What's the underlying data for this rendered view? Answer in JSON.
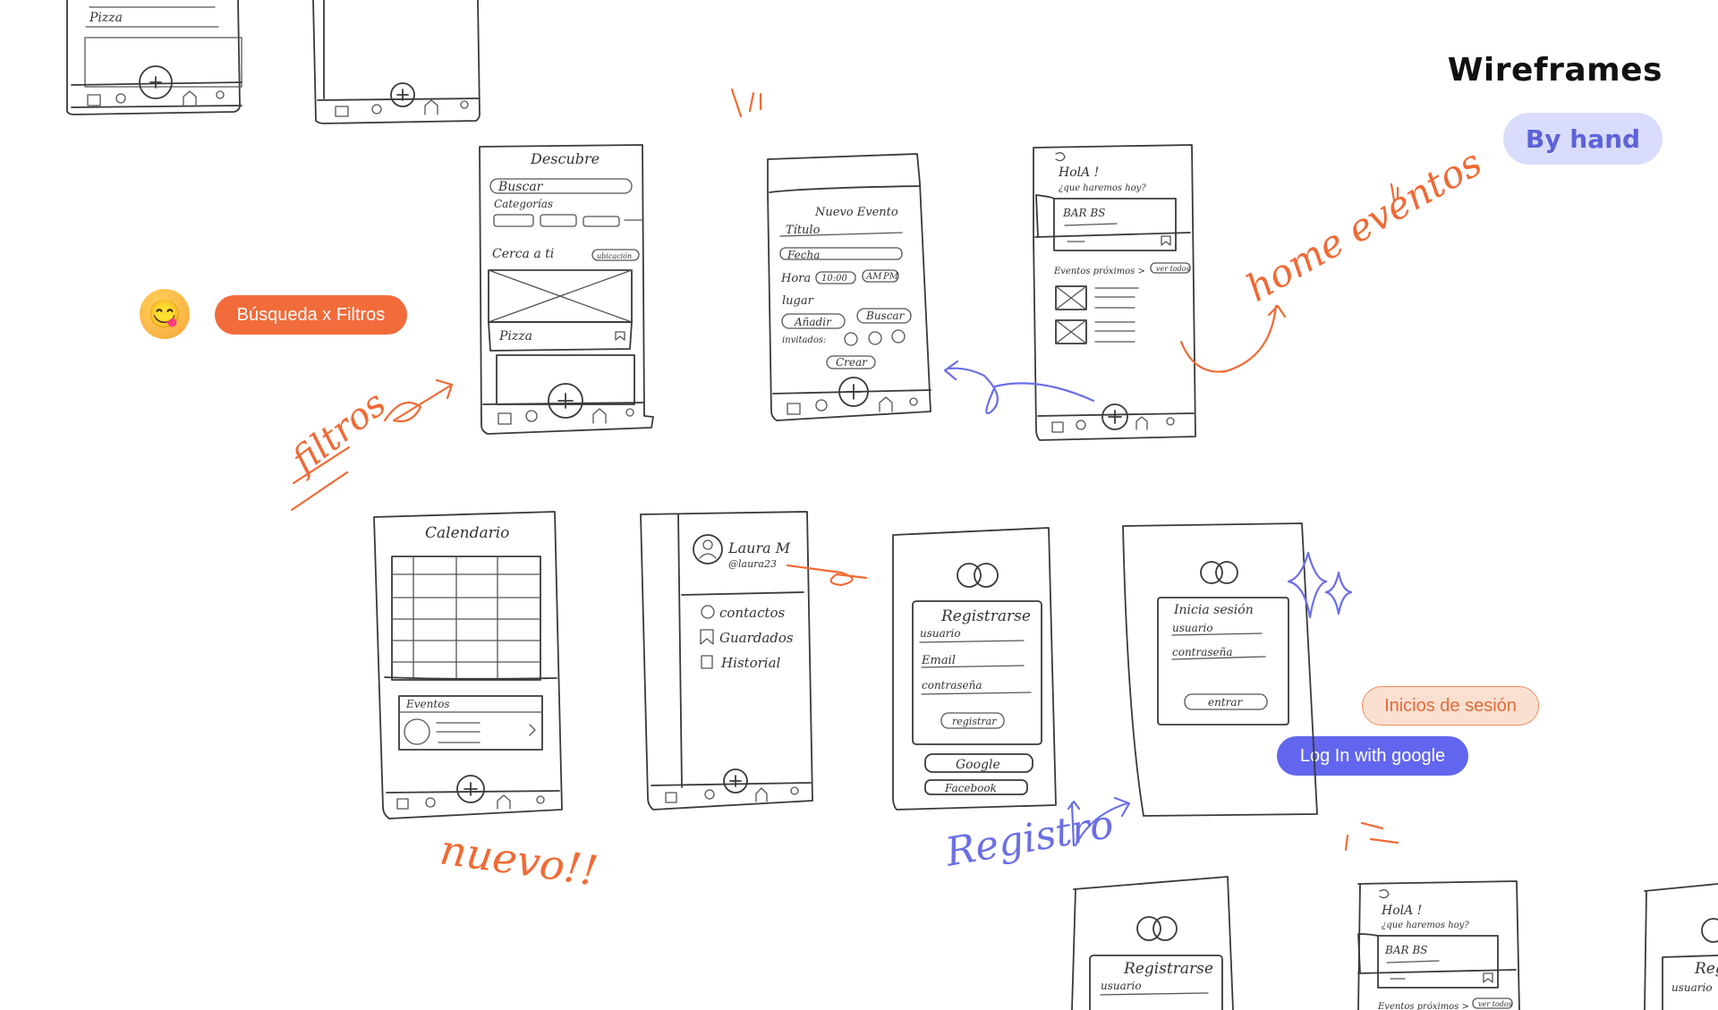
{
  "header": {
    "title": "Wireframes",
    "subtitle_pill": "By hand"
  },
  "tags": {
    "busqueda": "Búsqueda x Filtros",
    "inicios": "Inicios de sesión",
    "google": "Log In with google",
    "emoji": "😋"
  },
  "annotations": {
    "filtros": "filtros",
    "home_eventos": "home eventos",
    "nuevo": "nuevo!!",
    "registro": "Registro"
  },
  "sketches": {
    "top_left_a": {
      "card_label": "Pizza"
    },
    "descubre": {
      "title": "Descubre",
      "search": "Buscar",
      "categories": "Categorías",
      "near_you": "Cerca a ti",
      "location_chip": "ubicación",
      "card_label": "Pizza"
    },
    "nuevo_evento": {
      "title": "Nuevo Evento",
      "titulo": "Título",
      "fecha": "Fecha",
      "hora": "Hora",
      "hora_value": "10:00",
      "am": "AM",
      "pm": "PM",
      "lugar": "lugar",
      "anadir": "Añadir",
      "buscar": "Buscar",
      "invitados": "invitados:",
      "crear": "Crear"
    },
    "home": {
      "greeting": "HolA !",
      "question": "¿que haremos hoy?",
      "card_title": "BAR BS",
      "upcoming": "Eventos próximos >",
      "see_all": "ver todos"
    },
    "calendario": {
      "title": "Calendario",
      "eventos": "Eventos"
    },
    "perfil": {
      "name": "Laura M",
      "handle": "@laura23",
      "items": [
        "contactos",
        "Guardados",
        "Historial"
      ]
    },
    "registrarse": {
      "title": "Registrarse",
      "usuario": "usuario",
      "email": "Email",
      "contrasena": "contraseña",
      "registrar": "registrar",
      "google": "Google",
      "facebook": "Facebook"
    },
    "inicia": {
      "title": "Inicia sesión",
      "usuario": "usuario",
      "contrasena": "contraseña",
      "entrar": "entrar"
    },
    "bottom_registrarse": {
      "title": "Registrarse",
      "usuario": "usuario"
    },
    "bottom_home": {
      "greeting": "HolA !",
      "question": "¿que haremos hoy?",
      "card_title": "BAR BS",
      "upcoming": "Eventos próximos >",
      "see_all": "ver todos"
    },
    "bottom_right": {
      "title": "Reg",
      "usuario": "usuario"
    }
  }
}
